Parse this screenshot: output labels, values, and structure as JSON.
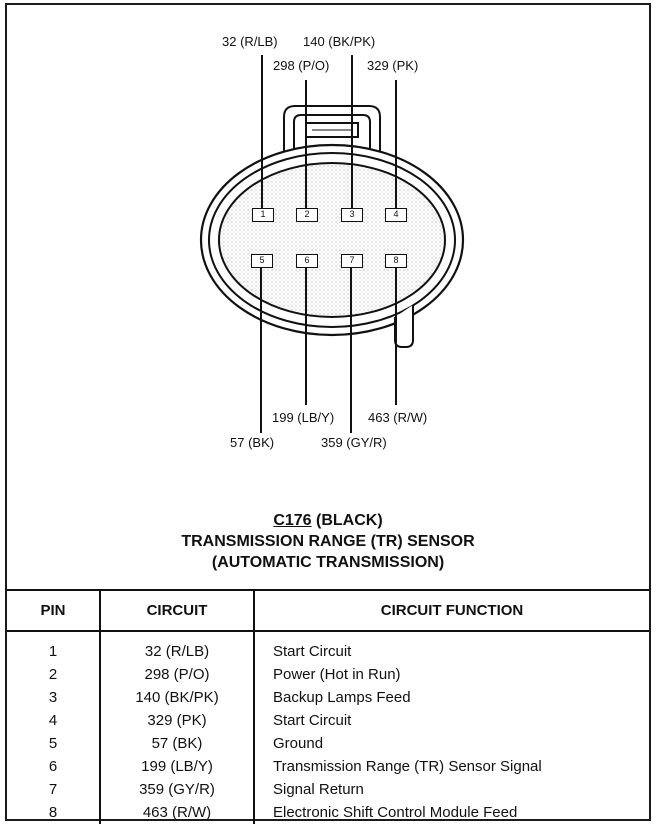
{
  "connector": {
    "code": "C176",
    "color": "(BLACK)",
    "title": "TRANSMISSION RANGE (TR) SENSOR",
    "subtitle": "(AUTOMATIC TRANSMISSION)"
  },
  "pins": [
    {
      "num": "1",
      "label": "32 (R/LB)"
    },
    {
      "num": "2",
      "label": "298 (P/O)"
    },
    {
      "num": "3",
      "label": "140 (BK/PK)"
    },
    {
      "num": "4",
      "label": "329 (PK)"
    },
    {
      "num": "5",
      "label": "57 (BK)"
    },
    {
      "num": "6",
      "label": "199 (LB/Y)"
    },
    {
      "num": "7",
      "label": "359 (GY/R)"
    },
    {
      "num": "8",
      "label": "463 (R/W)"
    }
  ],
  "table": {
    "headers": {
      "pin": "PIN",
      "circuit": "CIRCUIT",
      "function": "CIRCUIT FUNCTION"
    },
    "rows": [
      {
        "pin": "1",
        "circuit": "32 (R/LB)",
        "function": "Start Circuit"
      },
      {
        "pin": "2",
        "circuit": "298 (P/O)",
        "function": "Power (Hot in Run)"
      },
      {
        "pin": "3",
        "circuit": "140 (BK/PK)",
        "function": "Backup Lamps Feed"
      },
      {
        "pin": "4",
        "circuit": "329 (PK)",
        "function": "Start Circuit"
      },
      {
        "pin": "5",
        "circuit": "57 (BK)",
        "function": "Ground"
      },
      {
        "pin": "6",
        "circuit": "199 (LB/Y)",
        "function": "Transmission Range (TR) Sensor Signal"
      },
      {
        "pin": "7",
        "circuit": "359 (GY/R)",
        "function": "Signal Return"
      },
      {
        "pin": "8",
        "circuit": "463 (R/W)",
        "function": "Electronic Shift Control Module Feed"
      }
    ]
  }
}
